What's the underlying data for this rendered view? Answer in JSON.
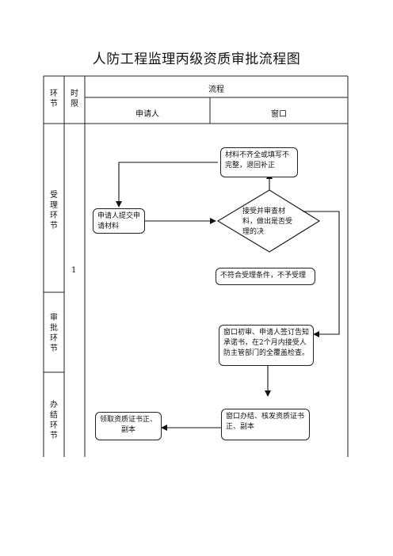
{
  "title": "人防工程监理丙级资质审批流程图",
  "header": {
    "col_stage": "环节",
    "col_time": "时限",
    "col_flow": "流程",
    "applicant": "申请人",
    "window": "窗口"
  },
  "stages": {
    "accept": "受理环节",
    "approve": "审批环节",
    "finish": "办结环节"
  },
  "time_limit": "1",
  "nodes": {
    "incomplete": "材料不齐全或填写不完整，退回补正",
    "submit": "申请人提交申请材料",
    "review": "接受并审查材料，做出是否受理的决",
    "reject": "不符合受理条件，不予受理",
    "initial_review": "窗口初审、申请人签订告知承诺书，在2个月内接受人防主管部门的全覆盖检查。",
    "issue": "窗口办结、核发资质证书正、副本",
    "receive": "领取资质证书正、副本"
  }
}
